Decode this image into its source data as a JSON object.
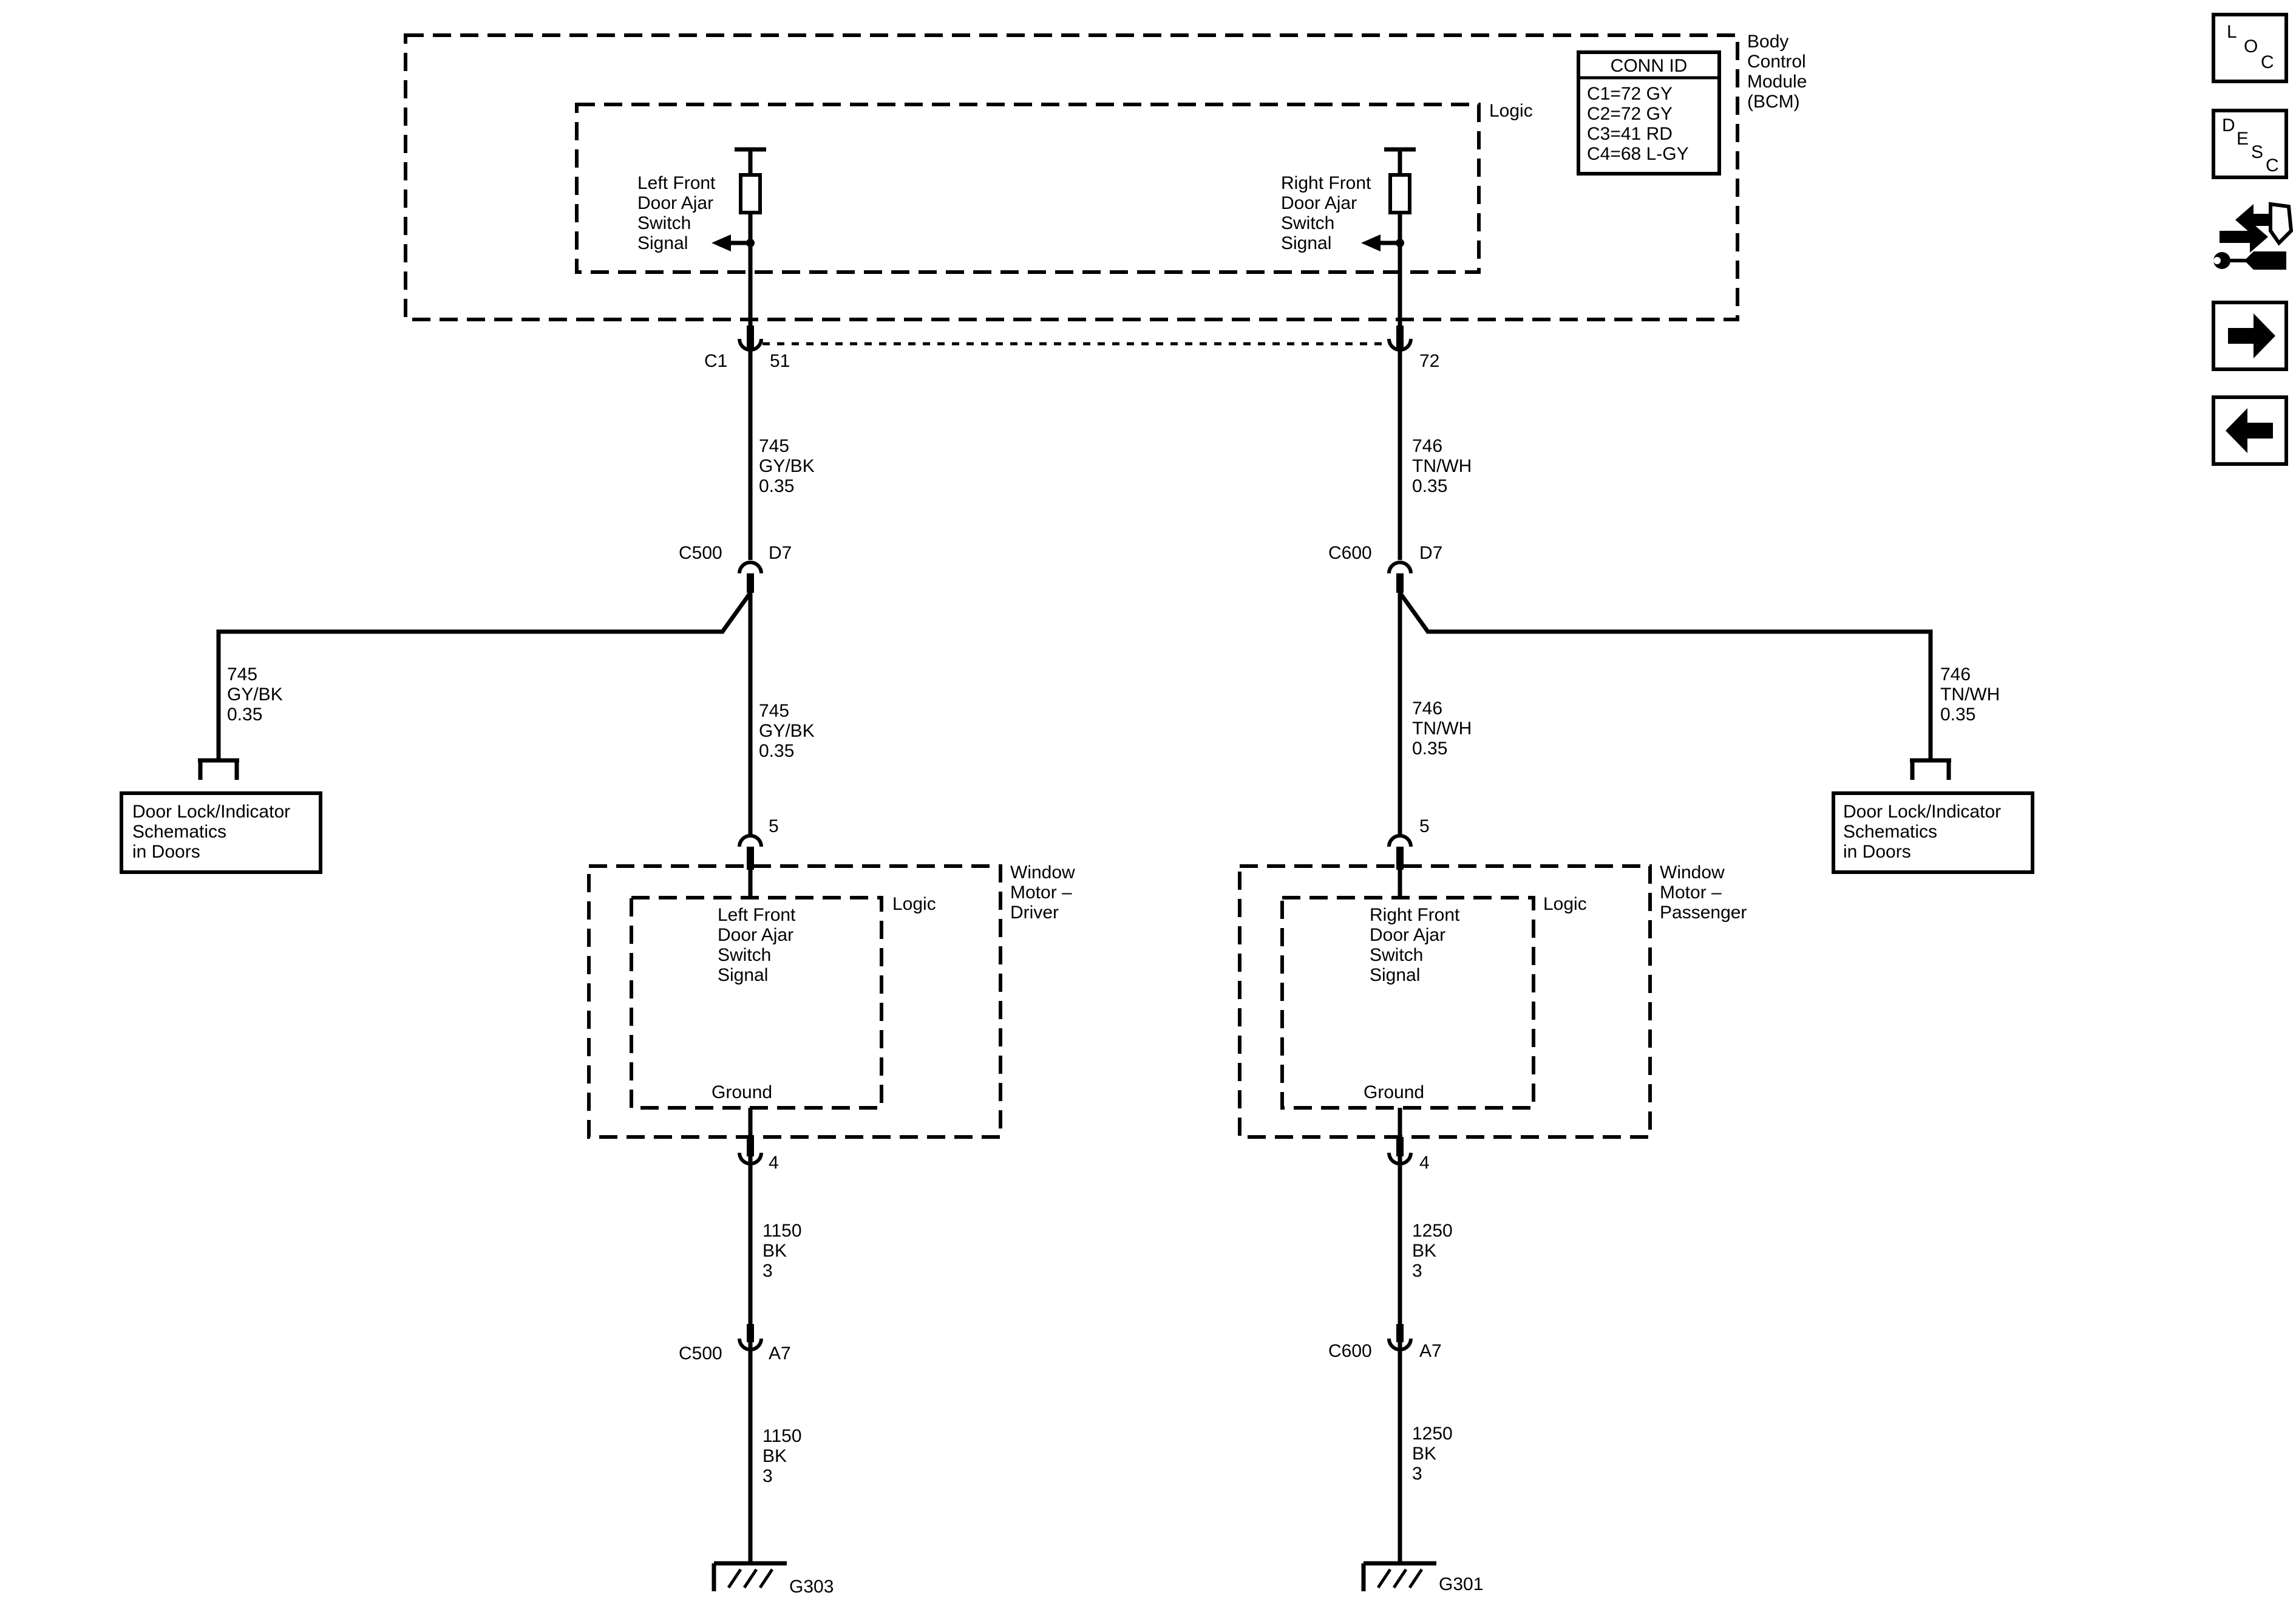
{
  "bcm": {
    "name_lines": [
      "Body",
      "Control",
      "Module",
      "(BCM)"
    ],
    "logic_label": "Logic",
    "conn_table": {
      "title": "CONN ID",
      "rows": [
        "C1=72 GY",
        "C2=72 GY",
        "C3=41 RD",
        "C4=68 L-GY"
      ]
    },
    "left_signal_lines": [
      "Left Front",
      "Door Ajar",
      "Switch",
      "Signal"
    ],
    "right_signal_lines": [
      "Right Front",
      "Door Ajar",
      "Switch",
      "Signal"
    ]
  },
  "connectors": {
    "c1": "C1",
    "pin51": "51",
    "pin72": "72",
    "c500_top": "C500",
    "c500_top_pin": "D7",
    "c600_top": "C600",
    "c600_top_pin": "D7",
    "c500_bottom": "C500",
    "c500_bottom_pin": "A7",
    "c600_bottom": "C600",
    "c600_bottom_pin": "A7",
    "left_motor_pin5": "5",
    "right_motor_pin5": "5",
    "left_motor_pin4": "4",
    "right_motor_pin4": "4"
  },
  "wires": {
    "left_bcm_to_c500": [
      "745",
      "GY/BK",
      "0.35"
    ],
    "left_c500_to_motor": [
      "745",
      "GY/BK",
      "0.35"
    ],
    "left_branch": [
      "745",
      "GY/BK",
      "0.35"
    ],
    "left_ground_upper": [
      "1150",
      "BK",
      "3"
    ],
    "left_ground_lower": [
      "1150",
      "BK",
      "3"
    ],
    "right_bcm_to_c600": [
      "746",
      "TN/WH",
      "0.35"
    ],
    "right_c600_to_motor": [
      "746",
      "TN/WH",
      "0.35"
    ],
    "right_branch": [
      "746",
      "TN/WH",
      "0.35"
    ],
    "right_ground_upper": [
      "1250",
      "BK",
      "3"
    ],
    "right_ground_lower": [
      "1250",
      "BK",
      "3"
    ]
  },
  "door_lock_left": [
    "Door Lock/Indicator",
    "Schematics",
    "in Doors"
  ],
  "door_lock_right": [
    "Door Lock/Indicator",
    "Schematics",
    "in Doors"
  ],
  "motor_driver": {
    "name_lines": [
      "Window",
      "Motor –",
      "Driver"
    ],
    "logic_label": "Logic",
    "signal_lines": [
      "Left Front",
      "Door Ajar",
      "Switch",
      "Signal"
    ],
    "ground_label": "Ground"
  },
  "motor_passenger": {
    "name_lines": [
      "Window",
      "Motor –",
      "Passenger"
    ],
    "logic_label": "Logic",
    "signal_lines": [
      "Right Front",
      "Door Ajar",
      "Switch",
      "Signal"
    ],
    "ground_label": "Ground"
  },
  "grounds": {
    "left": "G303",
    "right": "G301"
  },
  "nav": {
    "loc": [
      "L",
      "O",
      "C"
    ],
    "desc": [
      "D",
      "E",
      "S",
      "C"
    ],
    "icon_names": [
      "diagnostic-tool-icon",
      "arrow-right-icon",
      "arrow-left-icon"
    ]
  }
}
